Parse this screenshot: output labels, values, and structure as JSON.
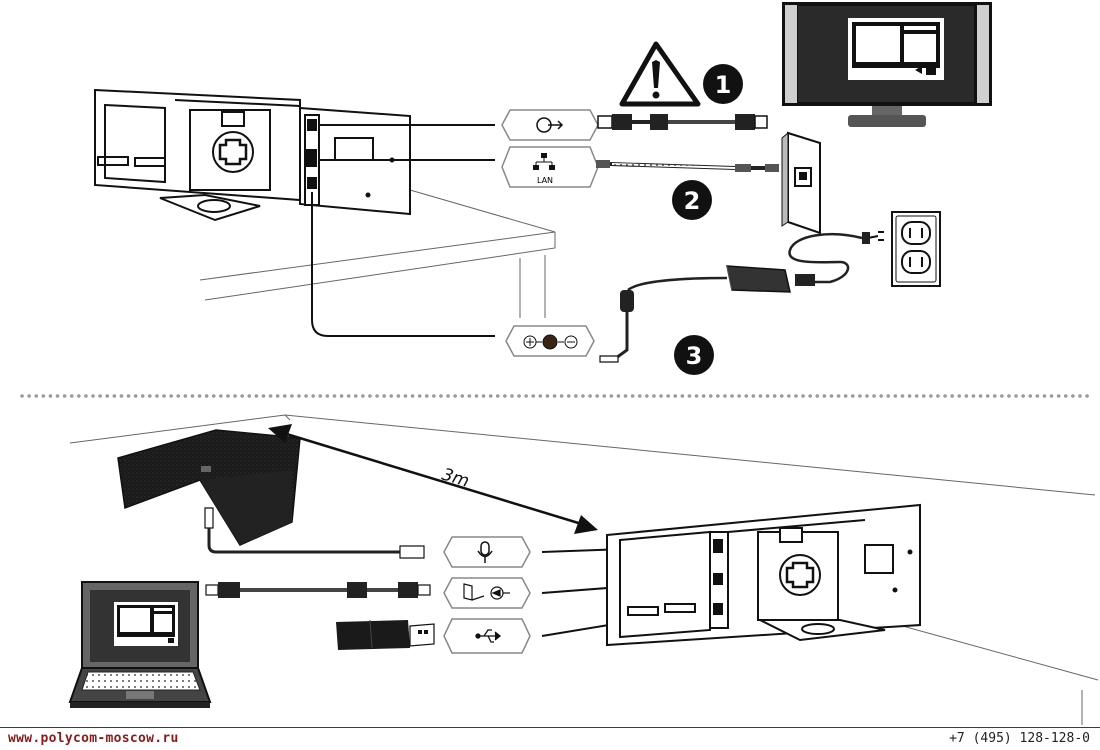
{
  "footer": {
    "website": "www.polycom-moscow.ru",
    "phone": "+7 (495) 128-128-0"
  },
  "top": {
    "step1": "1",
    "step2": "2",
    "step3": "3",
    "lan_label": "LAN"
  },
  "bottom": {
    "distance": "3m"
  },
  "colors": {
    "ink": "#111111",
    "cable": "#222222",
    "footer_accent": "#8c1a1a",
    "divider": "#9a9a9a"
  }
}
